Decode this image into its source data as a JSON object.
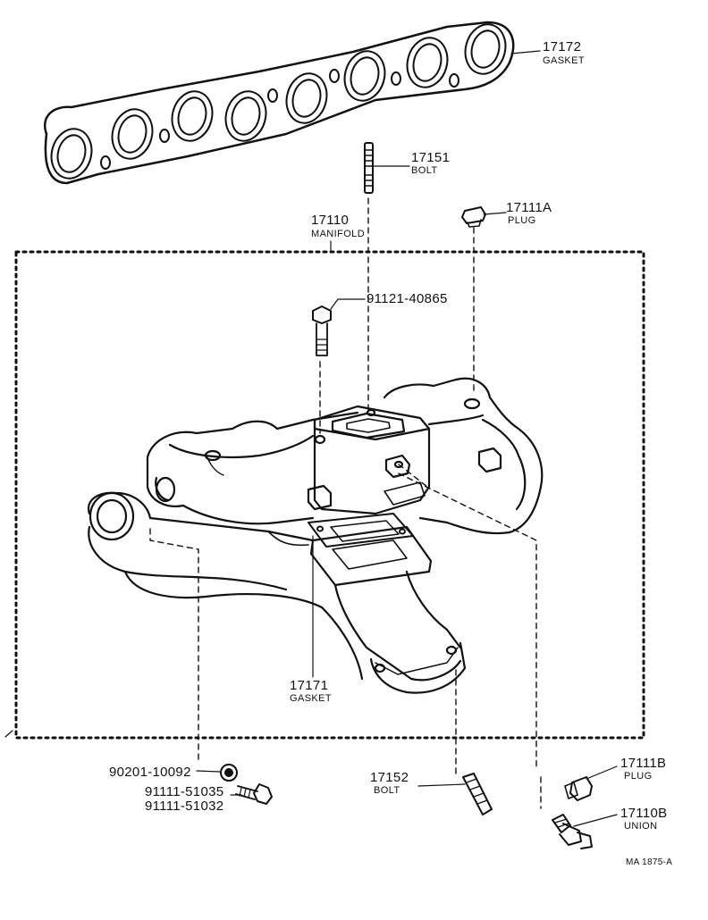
{
  "callouts": {
    "gasket_17172": {
      "number": "17172",
      "name": "GASKET"
    },
    "bolt_17151": {
      "number": "17151",
      "name": "BOLT"
    },
    "plug_17111a": {
      "number": "17111A",
      "name": "PLUG"
    },
    "manifold_17110": {
      "number": "17110",
      "name": "MANIFOLD"
    },
    "bolt_91121": {
      "number": "91121-40865"
    },
    "gasket_17171": {
      "number": "17171",
      "name": "GASKET"
    },
    "washer_90201": {
      "number": "90201-10092"
    },
    "bolt_91111_a": {
      "number": "91111-51035"
    },
    "bolt_91111_b": {
      "number": "91111-51032"
    },
    "bolt_17152": {
      "number": "17152",
      "name": "BOLT"
    },
    "plug_17111b": {
      "number": "17111B",
      "name": "PLUG"
    },
    "union_17110b": {
      "number": "17110B",
      "name": "UNION"
    }
  },
  "figure_ref": "MA 1875-A",
  "colors": {
    "ink": "#111111",
    "background": "#ffffff"
  }
}
